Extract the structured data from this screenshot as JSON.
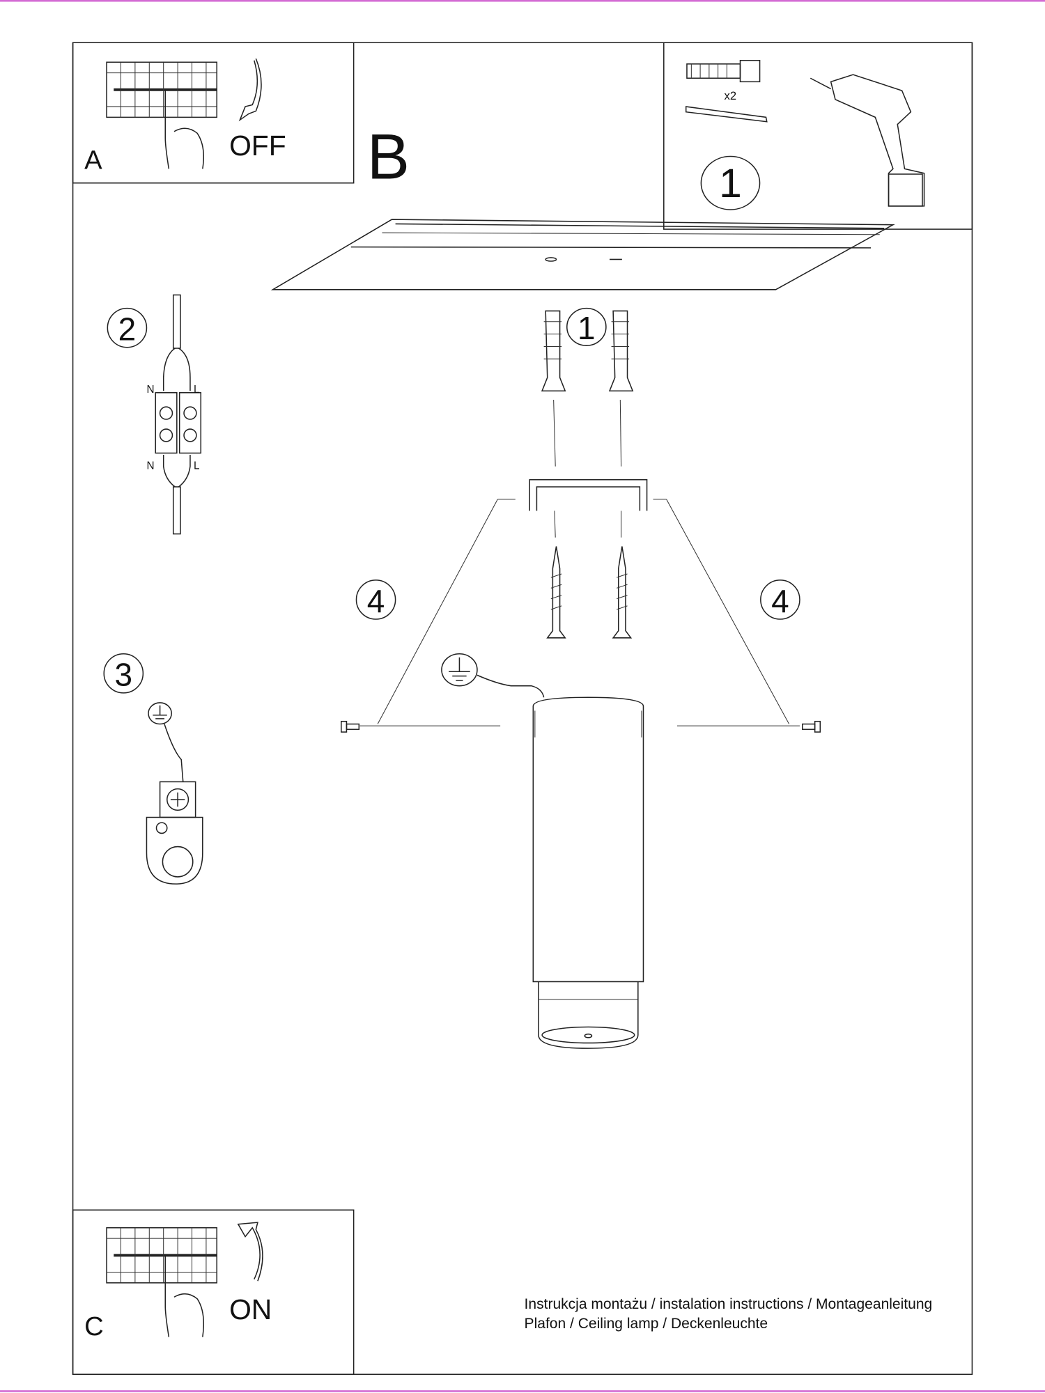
{
  "panel_a": {
    "label": "A",
    "action": "OFF"
  },
  "panel_b": {
    "label": "B"
  },
  "panel_c": {
    "label": "C",
    "action": "ON"
  },
  "tools": {
    "quantity": "x2",
    "step": "1"
  },
  "steps": {
    "anchor_step": "1",
    "wiring_step": "2",
    "ground_step": "3",
    "screw_step_left": "4",
    "screw_step_right": "4"
  },
  "wiring": {
    "neutral_top": "N",
    "live_top": "L",
    "neutral_bottom": "N",
    "live_bottom": "L"
  },
  "footer": {
    "line1": "Instrukcja montażu / instalation instructions / Montageanleitung",
    "line2": "Plafon / Ceiling lamp / Deckenleuchte"
  },
  "colors": {
    "border_accent": "#d36bd3",
    "ink": "#222222"
  }
}
